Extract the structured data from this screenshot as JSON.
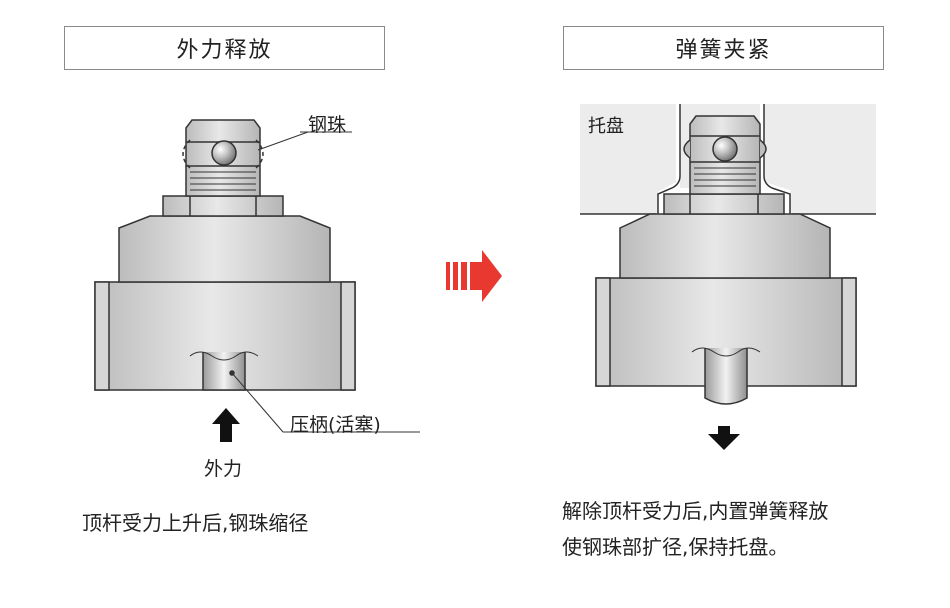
{
  "left_panel": {
    "title": "外力释放",
    "label_ball": "钢珠",
    "label_piston": "压柄(活塞)",
    "label_force": "外力",
    "caption": "顶杆受力上升后,钢珠缩径"
  },
  "right_panel": {
    "title": "弹簧夹紧",
    "label_tray": "托盘",
    "caption_line1": "解除顶杆受力后,内置弹簧释放",
    "caption_line2": "使钢珠部扩径,保持托盘。"
  },
  "colors": {
    "arrow_red": "#e8382f",
    "metal_light": "#e2e2e2",
    "metal_dark": "#bdbdbd",
    "tray_fill": "#ececec"
  }
}
